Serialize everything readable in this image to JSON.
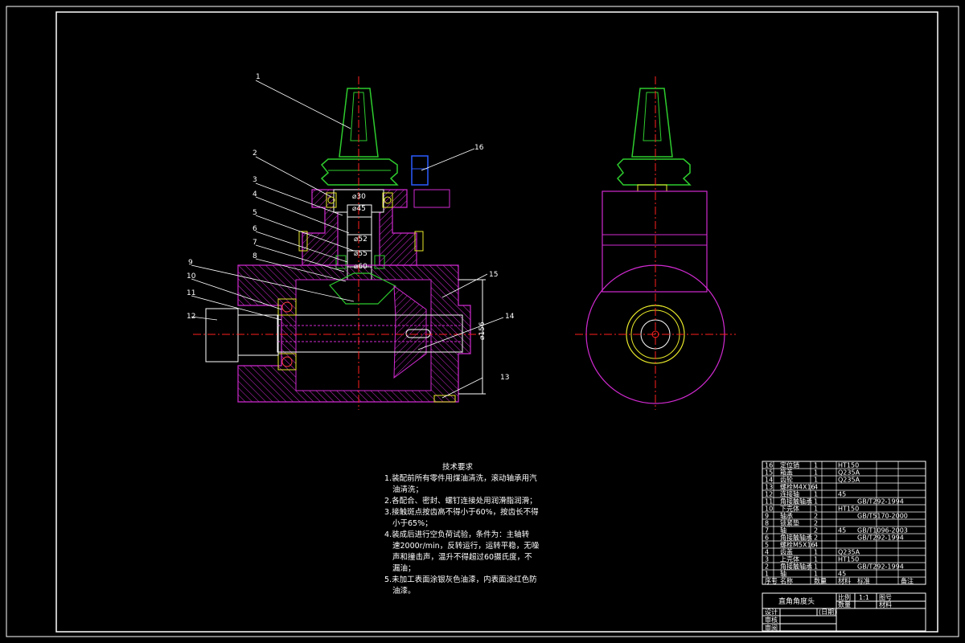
{
  "callouts": [
    "1",
    "2",
    "3",
    "4",
    "5",
    "6",
    "7",
    "8",
    "9",
    "10",
    "11",
    "12",
    "13",
    "14",
    "15",
    "16"
  ],
  "dims": [
    "⌀30",
    "⌀45",
    "⌀52",
    "⌀55",
    "⌀60",
    "⌀156"
  ],
  "tech_title": "技术要求",
  "tech_lines": [
    "1.装配前所有零件用煤油清洗，滚动轴承用汽",
    "油清洗；",
    "2.各配合、密封、螺钉连接处用润滑脂润滑；",
    "3.接触斑点按齿高不得小于60%，按齿长不得",
    "小于65%；",
    "4.装成后进行空负荷试验，条件为：主轴转",
    "速2000r/min，反转运行，运转平稳，无噪",
    "声和撞击声，温升不得超过60摄氏度，不",
    "漏油；",
    "5.未加工表面涂银灰色油漆，内表面涂红色防",
    "油漆。"
  ],
  "bom": [
    {
      "no": "16",
      "name": "定位销",
      "qty": "1",
      "mat": "HT150",
      "std": ""
    },
    {
      "no": "15",
      "name": "箱盖",
      "qty": "1",
      "mat": "Q235A",
      "std": ""
    },
    {
      "no": "14",
      "name": "齿轮",
      "qty": "1",
      "mat": "Q235A",
      "std": ""
    },
    {
      "no": "13",
      "name": "螺栓M4X16",
      "qty": "4",
      "mat": "",
      "std": ""
    },
    {
      "no": "12",
      "name": "连接轴",
      "qty": "1",
      "mat": "45",
      "std": ""
    },
    {
      "no": "11",
      "name": "角接触轴承",
      "qty": "1",
      "mat": "",
      "std": "GB/T292-1994"
    },
    {
      "no": "10",
      "name": "下壳体",
      "qty": "1",
      "mat": "HT150",
      "std": ""
    },
    {
      "no": "9",
      "name": "轴承",
      "qty": "2",
      "mat": "",
      "std": "GB/T5170-2000"
    },
    {
      "no": "8",
      "name": "锁紧垫",
      "qty": "2",
      "mat": "",
      "std": ""
    },
    {
      "no": "7",
      "name": "轴",
      "qty": "2",
      "mat": "45",
      "std": "GB/T1096-2003"
    },
    {
      "no": "6",
      "name": "角接触轴承",
      "qty": "2",
      "mat": "",
      "std": "GB/T292-1994"
    },
    {
      "no": "5",
      "name": "螺栓M5X16",
      "qty": "4",
      "mat": "",
      "std": ""
    },
    {
      "no": "4",
      "name": "齿盖",
      "qty": "1",
      "mat": "Q235A",
      "std": ""
    },
    {
      "no": "3",
      "name": "上壳体",
      "qty": "1",
      "mat": "HT150",
      "std": ""
    },
    {
      "no": "2",
      "name": "角接触轴承",
      "qty": "1",
      "mat": "",
      "std": "GB/T292-1994"
    },
    {
      "no": "1",
      "name": "轴",
      "qty": "1",
      "mat": "45",
      "std": ""
    }
  ],
  "bom_header": {
    "no": "序号",
    "name": "名称",
    "qty": "数量",
    "mat": "材料",
    "std": "标准",
    "note": "备注"
  },
  "title_block": {
    "drawing_name": "直角角度头",
    "scale_label": "比例",
    "scale": "1:1",
    "sheet_label": "图号",
    "weight_label": "数量",
    "material_label": "材料",
    "design": "设计",
    "date_tag": "(日期)",
    "check": "审核",
    "approve": "审阅"
  }
}
